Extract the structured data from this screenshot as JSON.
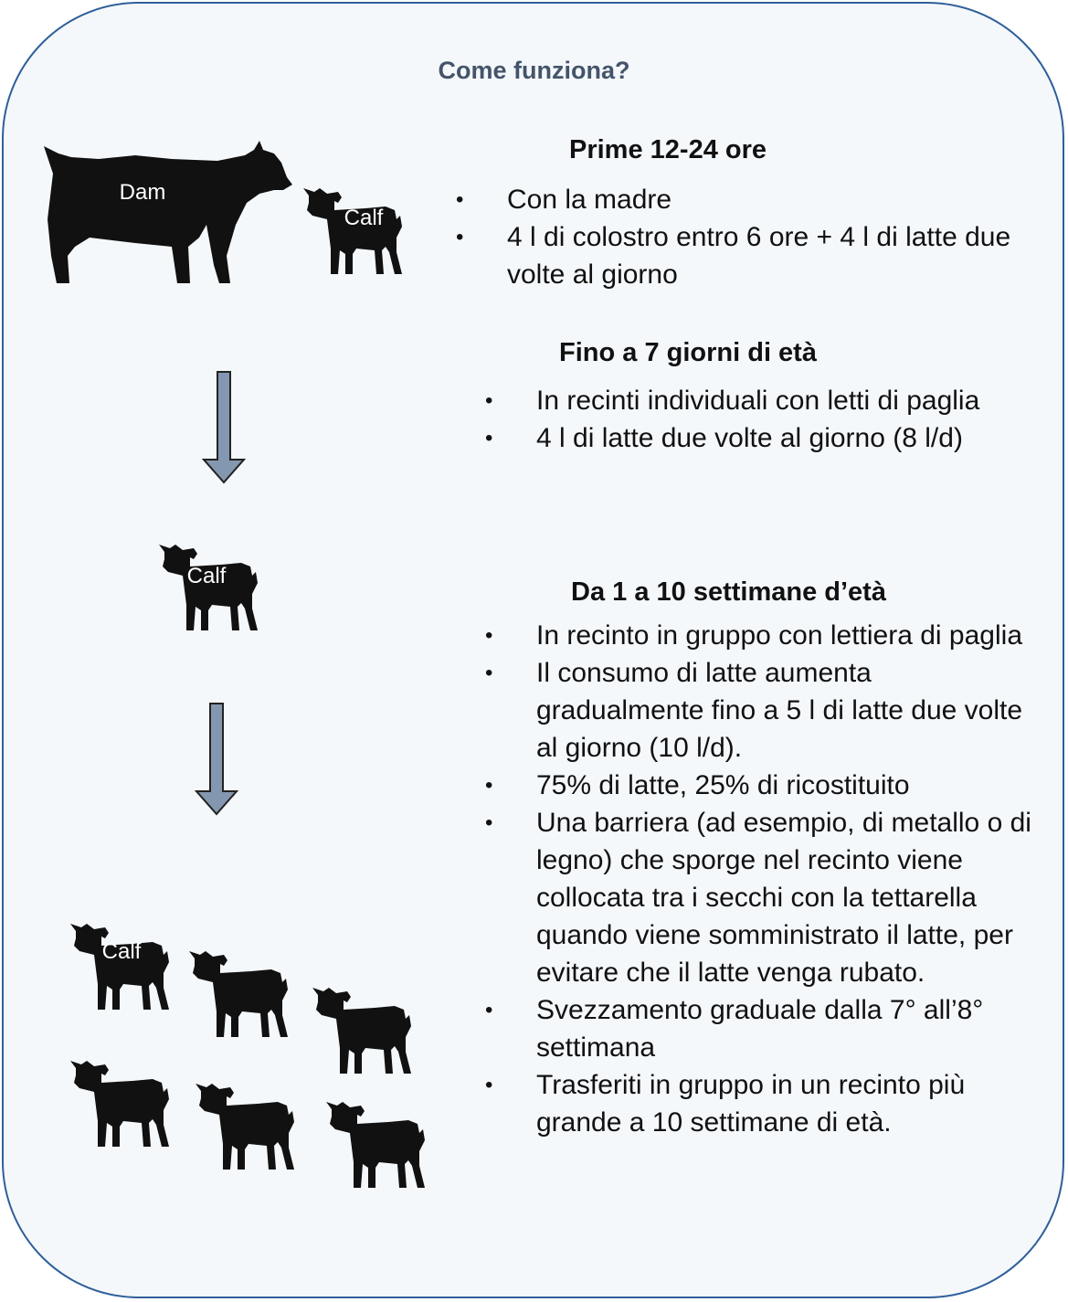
{
  "title": "Come funziona?",
  "labels": {
    "dam": "Dam",
    "calf": "Calf"
  },
  "sections": [
    {
      "heading": "Prime 12-24 ore",
      "bullets": [
        "Con la madre",
        "4 l di colostro entro 6 ore + 4 l di latte due volte al giorno"
      ]
    },
    {
      "heading": "Fino a 7 giorni di età",
      "bullets": [
        "In recinti individuali con letti di paglia",
        "4 l di latte due volte al giorno (8 l/d)"
      ]
    },
    {
      "heading": "Da 1 a 10 settimane d’età",
      "bullets": [
        "In recinto in gruppo con lettiera di paglia",
        "Il consumo di latte aumenta gradualmente fino a 5 l di latte due volte al giorno (10 l/d).",
        "75% di latte, 25% di ricostituito",
        "Una barriera (ad esempio, di metallo o di legno) che sporge nel recinto viene collocata tra i secchi con la tettarella quando viene somministrato il latte, per evitare che il latte venga rubato.",
        "Svezzamento graduale dalla 7° all’8° settimana",
        "Trasferiti in gruppo in un recinto più grande a 10 settimane di età."
      ]
    }
  ],
  "icons": {
    "cow": "cow-silhouette-icon",
    "calf": "calf-silhouette-icon",
    "arrow": "down-arrow-icon"
  },
  "colors": {
    "border": "#2f5f9a",
    "title": "#44546a",
    "arrow_fill": "#8497b0",
    "silhouette": "#111111"
  }
}
